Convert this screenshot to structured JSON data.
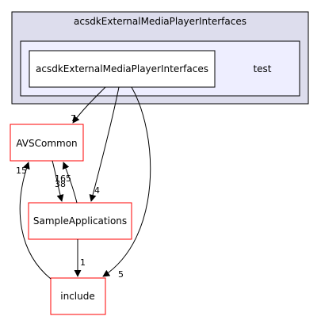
{
  "diagram": {
    "outer_cluster": {
      "label": "acsdkExternalMediaPlayerInterfaces"
    },
    "inner_nodes": {
      "main": "acsdkExternalMediaPlayerInterfaces",
      "test": "test"
    },
    "nodes": {
      "avs_common": "AVSCommon",
      "sample_apps": "SampleApplications",
      "include": "include"
    },
    "edge_labels": {
      "main_to_avs": "7",
      "main_to_sample": "4",
      "main_to_include": "5",
      "avs_to_sample": "165",
      "sample_to_avs": "38",
      "sample_to_include": "1",
      "include_to_avs": "15"
    },
    "colors": {
      "outer_fill": "#dddded",
      "inner_fill": "#eeeeff",
      "node_border_red": "#ff0000",
      "edge": "#000000"
    }
  }
}
